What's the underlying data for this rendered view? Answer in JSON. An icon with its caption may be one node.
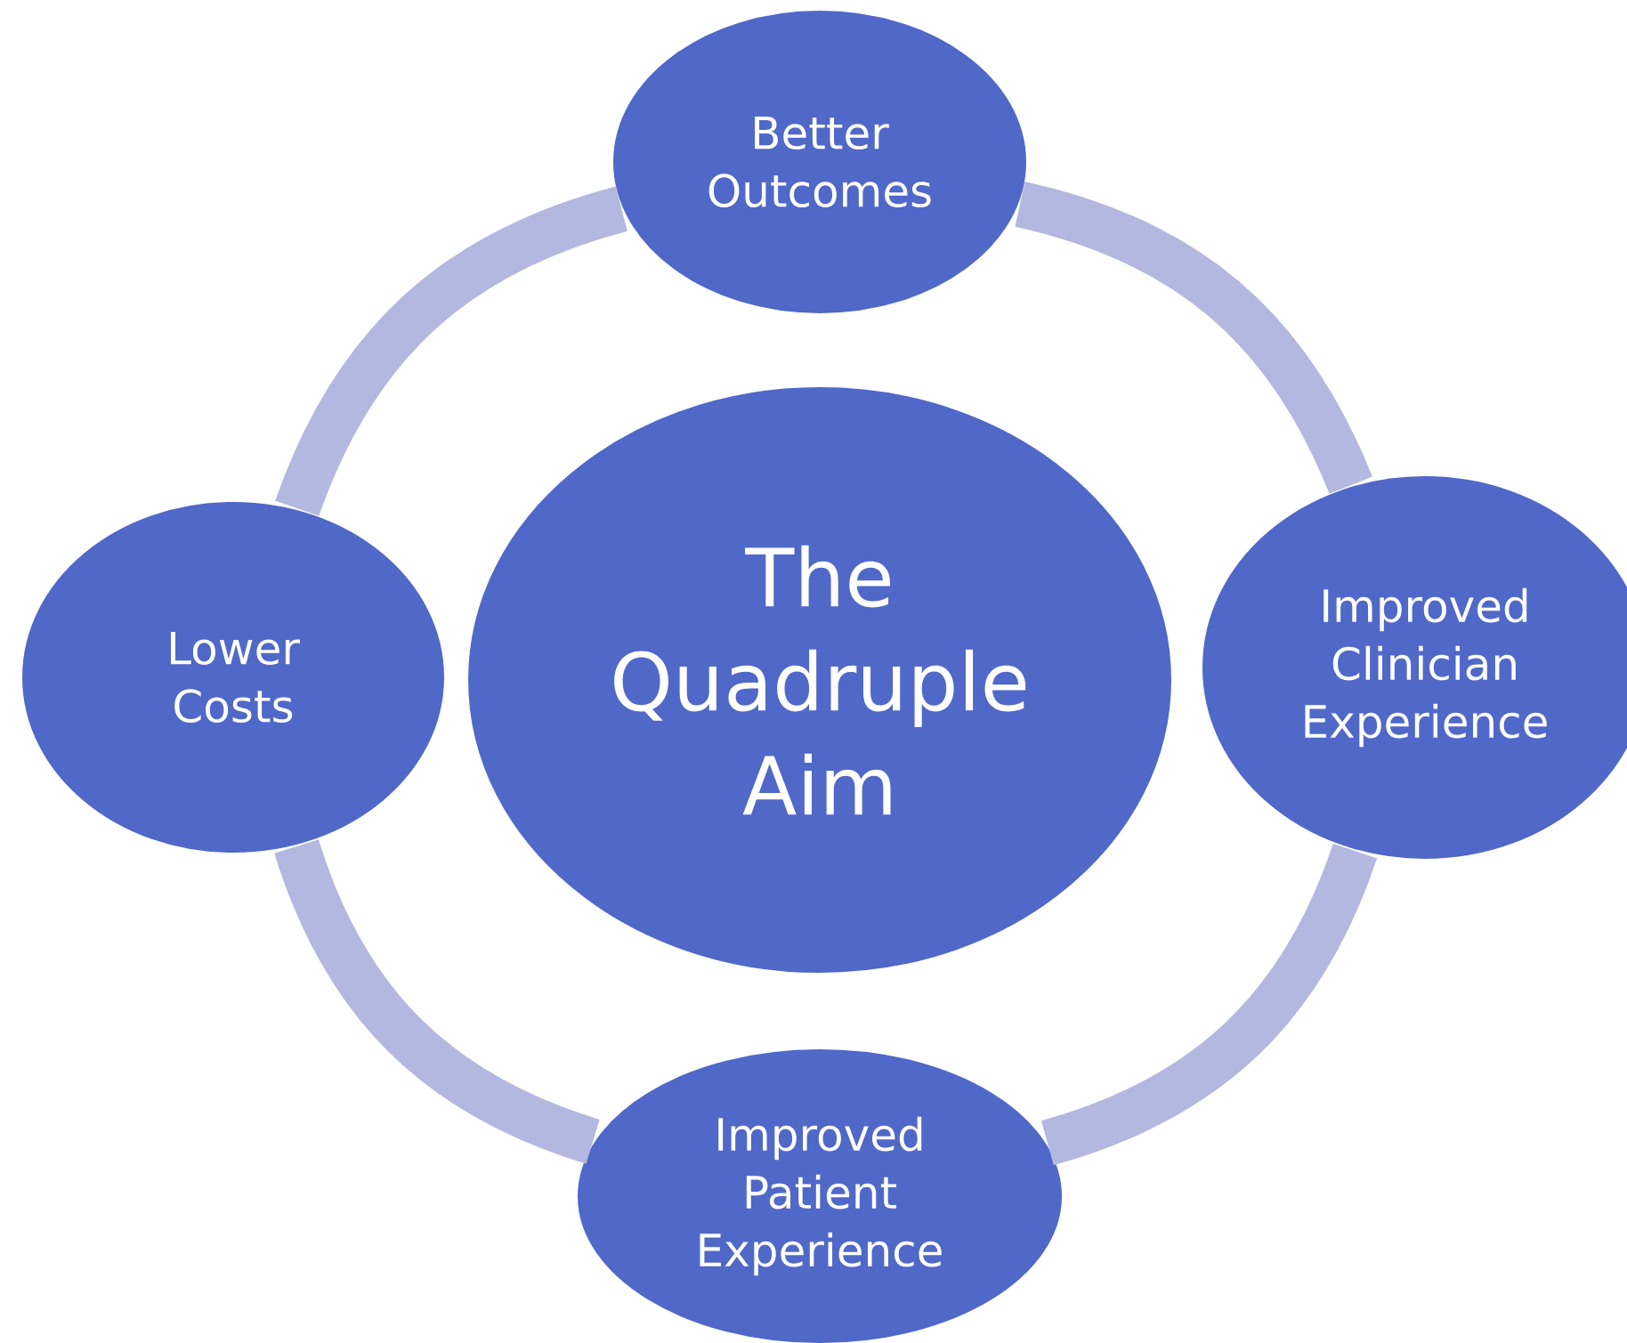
{
  "diagram": {
    "nodes": [
      {
        "text": [
          "The Quadruple Aim"
        ]
      },
      {
        "text": [
          "Better Outcomes"
        ]
      },
      {
        "text": [
          "Improved Clinician Experience"
        ]
      },
      {
        "text": [
          "Improved Patient Experience"
        ]
      },
      {
        "text": [
          "Lower Costs"
        ]
      }
    ],
    "edges": [
      {
        "from": 1,
        "to": 2,
        "arrow": "none",
        "color": "#b3b8e0"
      },
      {
        "from": 2,
        "to": 3,
        "arrow": "none",
        "color": "#b3b8e0"
      },
      {
        "from": 3,
        "to": 4,
        "arrow": "none",
        "color": "#b3b8e0"
      },
      {
        "from": 4,
        "to": 1,
        "arrow": "none",
        "color": "#b3b8e0"
      }
    ]
  }
}
